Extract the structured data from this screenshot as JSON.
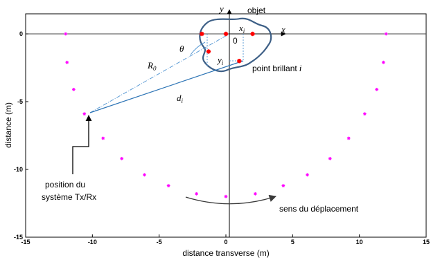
{
  "chart_data": {
    "type": "scatter",
    "xlabel": "distance transverse (m)",
    "ylabel": "distance (m)",
    "xlim": [
      -15,
      15
    ],
    "ylim": [
      -15,
      0
    ],
    "x_ticks": [
      -15,
      -10,
      -5,
      0,
      5,
      10,
      15
    ],
    "y_ticks": [
      0,
      -5,
      -10,
      -15
    ],
    "positions": {
      "x": [
        -12,
        -11.9,
        -11.4,
        -10.6,
        -9.2,
        -7.8,
        -6.1,
        -4.3,
        -2.2,
        0,
        2.2,
        4.3,
        6.1,
        7.8,
        9.2,
        10.4,
        11.3,
        11.8,
        12
      ],
      "y": [
        0,
        -2.1,
        -4.1,
        -5.9,
        -7.7,
        -9.2,
        -10.4,
        -11.2,
        -11.8,
        -12,
        -11.8,
        -11.2,
        -10.4,
        -9.2,
        -7.7,
        -5.9,
        -4.1,
        -2.1,
        0
      ],
      "color": "#ff00ff"
    },
    "scatterers": {
      "x": [
        -1.8,
        0,
        2,
        -1.3,
        1
      ],
      "y": [
        0,
        0,
        0,
        -1.3,
        -2
      ],
      "color": "#ff0000"
    },
    "highlighted_position": {
      "x": -10.6,
      "y": -5.9
    }
  },
  "labels": {
    "objet": "objet",
    "point_brillant": "point brillant",
    "point_brillant_index": "i",
    "position_line1": "position du",
    "position_line2": "système Tx/Rx",
    "sens": "sens du déplacement",
    "y_axis": "y",
    "x_axis": "x",
    "origin": "0",
    "theta": "θ",
    "R0": "R",
    "R0_sub": "0",
    "di": "d",
    "di_sub": "i",
    "xi": "x",
    "xi_sub": "i",
    "yi": "y",
    "yi_sub": "i"
  },
  "colors": {
    "position_marker": "#ff00ff",
    "scatterer": "#ff0000",
    "object_outline": "#3d5f86",
    "los_line": "#2e75b6",
    "ref_line": "#5b9bd5"
  }
}
